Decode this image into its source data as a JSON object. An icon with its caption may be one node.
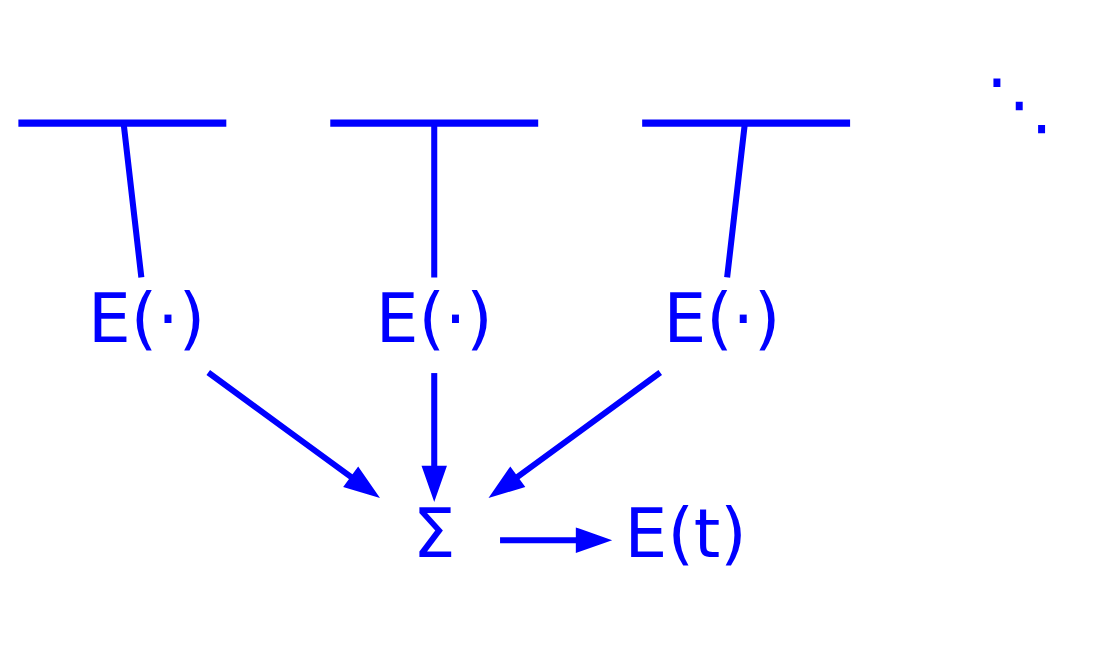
{
  "diagram": {
    "nodes": [
      {
        "text": [],
        "shape": "bracket"
      },
      {
        "text": [],
        "shape": "bracket"
      },
      {
        "text": [],
        "shape": "bracket"
      },
      {
        "text": [
          "E(·)"
        ]
      },
      {
        "text": [
          "E(·)"
        ]
      },
      {
        "text": [
          "E(·)"
        ]
      },
      {
        "text": [
          "Σ"
        ]
      },
      {
        "text": [
          "E(t)"
        ]
      }
    ],
    "edges": [
      {
        "from": 0,
        "to": 3,
        "arrow": "none"
      },
      {
        "from": 1,
        "to": 4,
        "arrow": "none"
      },
      {
        "from": 2,
        "to": 5,
        "arrow": "none"
      },
      {
        "from": 3,
        "to": 6,
        "arrow": "to"
      },
      {
        "from": 4,
        "to": 6,
        "arrow": "to"
      },
      {
        "from": 5,
        "to": 6,
        "arrow": "to"
      },
      {
        "from": 6,
        "to": 7,
        "arrow": "to"
      }
    ],
    "labels": [
      "⋱"
    ]
  }
}
